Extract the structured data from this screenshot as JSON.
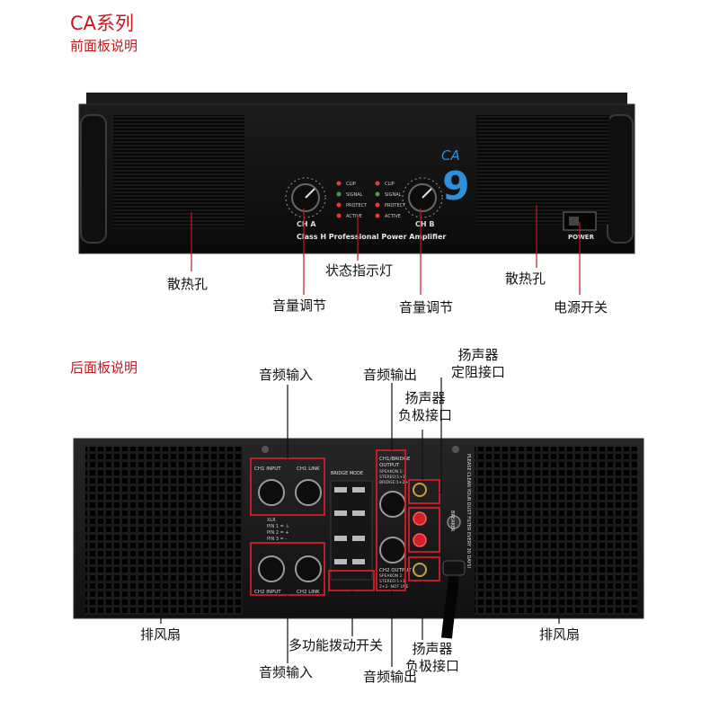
{
  "header": {
    "title": "CA系列",
    "front_subtitle": "前面板说明",
    "rear_subtitle": "后面板说明"
  },
  "front_panel": {
    "logo_ca": "CA",
    "logo_num": "9",
    "model_text": "Class H Professional Power Amplifier",
    "ch_a": "CH A",
    "ch_b": "CH B",
    "leds": [
      "CLIP",
      "SIGNAL",
      "PROTECT",
      "ACTIVE"
    ],
    "power_text": "POWER",
    "led_colors": [
      "#e53935",
      "#43a047",
      "#e53935",
      "#e53935"
    ]
  },
  "rear_panel": {
    "ch1_input": "CH1 INPUT",
    "ch1_link": "CH1 LINK",
    "ch2_input": "CH2 INPUT",
    "ch2_link": "CH2 LINK",
    "bridge_mode": "BRIDGE MODE",
    "xlr": "XLR",
    "pins": [
      "PIN 1 = ⏚",
      "PIN 2 = +",
      "PIN 3 = -"
    ],
    "ch1_output": [
      "CH1/BRIDGE",
      "OUTPUT",
      "SPEAKON 1:",
      "STEREO:1+1-",
      "BRIDGE:1+2+"
    ],
    "ch2_output": [
      "CH2 OUTPUT",
      "SPEAKON 2:",
      "STEREO:1+1-",
      "2+2- NOT USE"
    ],
    "breaker": "BREAKER",
    "dust_warning": "PLEASE CLEAN YOUR DUST FILTER EVERY 30 DAYS!"
  },
  "labels": {
    "front_vent_left": "散热孔",
    "front_status": "状态指示灯",
    "front_vent_right": "散热孔",
    "front_volume_left": "音量调节",
    "front_volume_right": "音量调节",
    "front_power": "电源开关",
    "rear_audio_in_top": "音频输入",
    "rear_audio_out_top": "音频输出",
    "rear_speaker_fixed": [
      "扬声器",
      "定阻接口"
    ],
    "rear_speaker_load_top": [
      "扬声器",
      "负极接口"
    ],
    "rear_fan_left": "排风扇",
    "rear_fan_right": "排风扇",
    "rear_dip": "多功能拨动开关",
    "rear_speaker_load_bottom": [
      "扬声器",
      "负极接口"
    ],
    "rear_audio_in_bottom": "音频输入",
    "rear_audio_out_bottom": "音频输出"
  }
}
